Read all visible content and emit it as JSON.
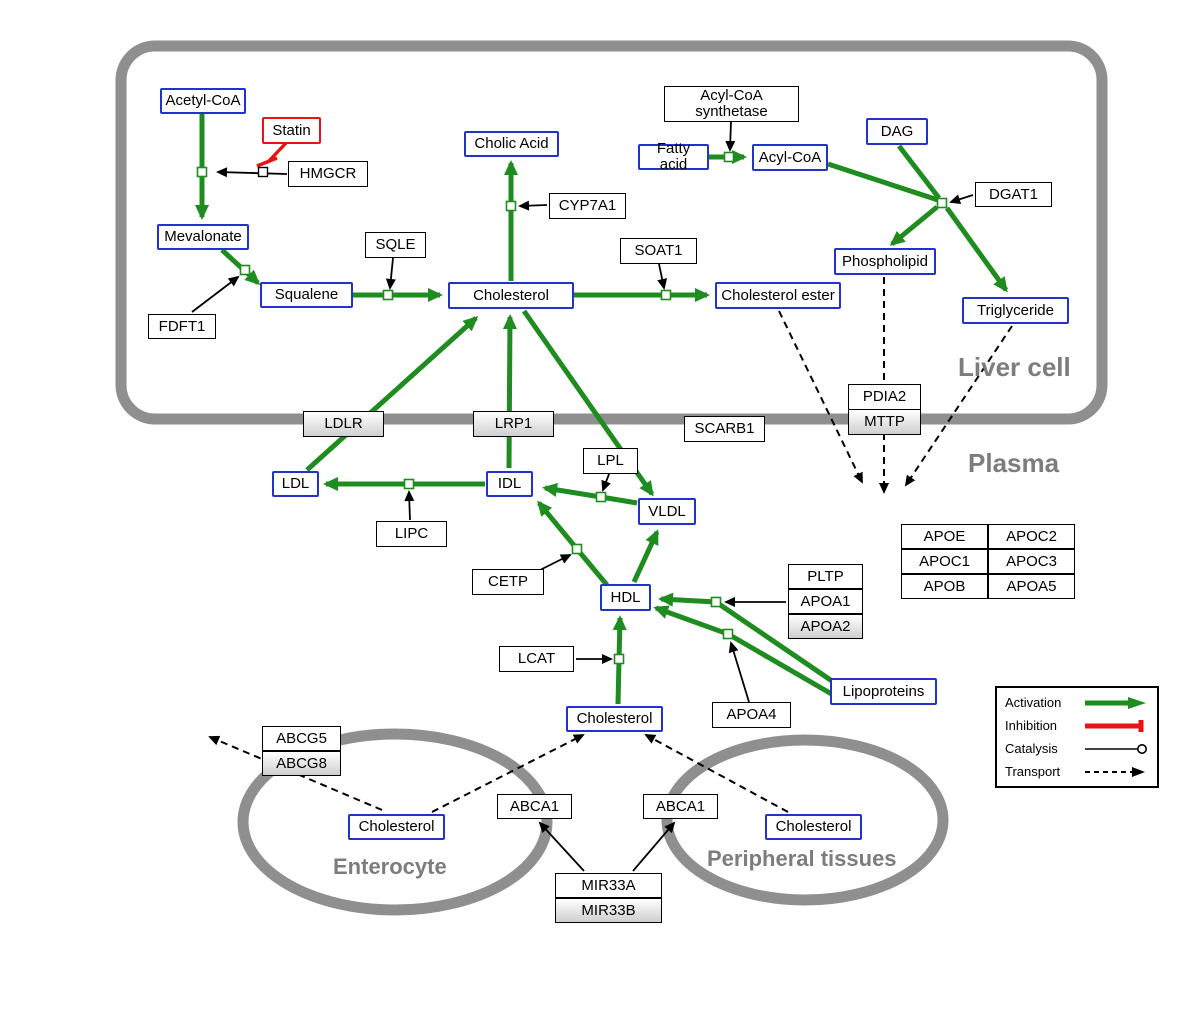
{
  "regions": {
    "liver_cell": "Liver cell",
    "plasma": "Plasma",
    "enterocyte": "Enterocyte",
    "peripheral_tissues": "Peripheral tissues"
  },
  "nodes": {
    "acetyl_coa": "Acetyl-CoA",
    "statin": "Statin",
    "hmgcr": "HMGCR",
    "mevalonate": "Mevalonate",
    "fdft1": "FDFT1",
    "squalene": "Squalene",
    "sqle": "SQLE",
    "cholesterol_liver": "Cholesterol",
    "cholic_acid": "Cholic Acid",
    "cyp7a1": "CYP7A1",
    "soat1": "SOAT1",
    "cholesterol_ester": "Cholesterol ester",
    "fatty_acid": "Fatty acid",
    "acyl_coa_synthetase": "Acyl-CoA synthetase",
    "acyl_coa": "Acyl-CoA",
    "dag": "DAG",
    "dgat1": "DGAT1",
    "phospholipid": "Phospholipid",
    "triglyceride": "Triglyceride",
    "ldlr": "LDLR",
    "lrp1": "LRP1",
    "scarb1": "SCARB1",
    "pdia2": "PDIA2",
    "mttp": "MTTP",
    "ldl": "LDL",
    "idl": "IDL",
    "vldl": "VLDL",
    "hdl": "HDL",
    "lpl": "LPL",
    "lipc": "LIPC",
    "cetp": "CETP",
    "lcat": "LCAT",
    "apoe": "APOE",
    "apoc2": "APOC2",
    "apoc1": "APOC1",
    "apoc3": "APOC3",
    "apob": "APOB",
    "apoa5": "APOA5",
    "pltp": "PLTP",
    "apoa1": "APOA1",
    "apoa2": "APOA2",
    "apoa4": "APOA4",
    "lipoproteins": "Lipoproteins",
    "cholesterol_plasma": "Cholesterol",
    "abcg5": "ABCG5",
    "abcg8": "ABCG8",
    "cholesterol_enterocyte": "Cholesterol",
    "abca1_enterocyte": "ABCA1",
    "abca1_peripheral": "ABCA1",
    "cholesterol_peripheral": "Cholesterol",
    "mir33a": "MIR33A",
    "mir33b": "MIR33B"
  },
  "legend": {
    "activation": "Activation",
    "inhibition": "Inhibition",
    "catalysis": "Catalysis",
    "transport": "Transport"
  },
  "colors": {
    "activation_green": "#1e8c1e",
    "inhibition_red": "#e81313",
    "metabolite_blue": "#2233cc",
    "membrane_gray": "#8f8f8f"
  }
}
